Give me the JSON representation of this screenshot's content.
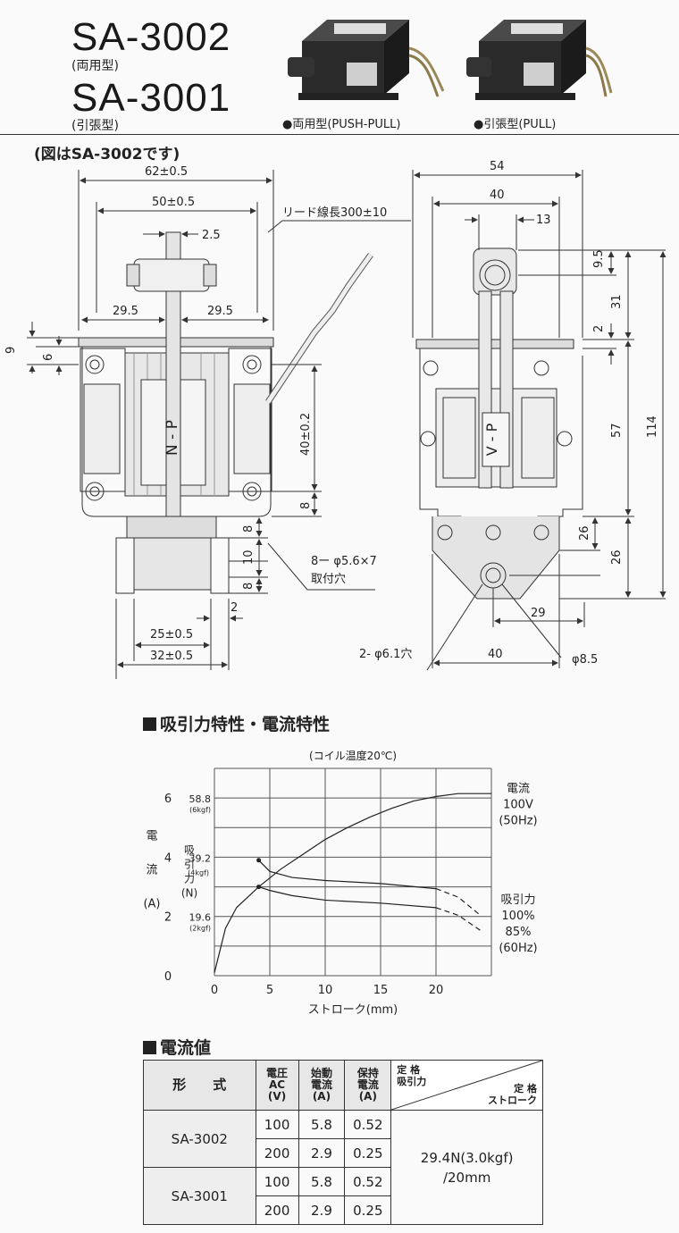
{
  "header": {
    "model_pushpull": "SA-3002",
    "type_pushpull": "(両用型)",
    "model_pull": "SA-3001",
    "type_pull": "(引張型)",
    "photo_caption_pushpull": "●両用型(PUSH-PULL)",
    "photo_caption_pull": "●引張型(PULL)"
  },
  "drawing": {
    "note": "(図はSA-3002です)",
    "front": {
      "dim_overall_width": "62±0.5",
      "dim_inner_width": "50±0.5",
      "dim_plunger_width": "2.5",
      "dim_half_left": "29.5",
      "dim_half_right": "29.5",
      "dim_9": "9",
      "dim_6": "6",
      "dim_40": "40±0.2",
      "dim_8_side": "8",
      "dim_8_a": "8",
      "dim_10": "10",
      "dim_8_b": "8",
      "dim_2": "2",
      "dim_25": "25±0.5",
      "dim_32": "32±0.5",
      "lead_note": "リード線長300±10",
      "mount_hole_1": "8ー φ5.6×7",
      "mount_hole_2": "取付穴",
      "coil_mark": "N - P"
    },
    "side": {
      "dim_54": "54",
      "dim_40_top": "40",
      "dim_13": "13",
      "dim_9_5": "9.5",
      "dim_31": "31",
      "dim_2": "2",
      "dim_57": "57",
      "dim_114": "114",
      "dim_26_a": "26",
      "dim_26_b": "26",
      "dim_29": "29",
      "dim_40_bottom": "40",
      "hole_note": "2- φ6.1穴",
      "phi_8_5": "φ8.5",
      "coil_mark": "V - P"
    }
  },
  "chart_section": {
    "title": "吸引力特性・電流特性"
  },
  "chart_data": {
    "type": "line",
    "title": "(コイル温度20℃)",
    "xlabel": "ストローク(mm)",
    "x_ticks": [
      "0",
      "5",
      "10",
      "15",
      "20"
    ],
    "xlim": [
      0,
      25
    ],
    "current_axis": {
      "label": [
        "電",
        "流",
        "(A)"
      ],
      "ticks": [
        "0",
        "2",
        "4",
        "6"
      ],
      "range": [
        0,
        7
      ]
    },
    "force_axis": {
      "label": [
        "吸",
        "引",
        "力",
        "(N)"
      ],
      "unit_sub": "(4kgf)",
      "ticks": [
        {
          "n": "58.8",
          "kgf": "(6kgf)",
          "value": 58.8
        },
        {
          "n": "39.2",
          "kgf": "",
          "value": 39.2
        },
        {
          "n": "19.6",
          "kgf": "(2kgf)",
          "value": 19.6
        }
      ],
      "range": [
        0,
        68.6
      ]
    },
    "series": [
      {
        "name": "電流",
        "label_lines": [
          "電流",
          "100V",
          "(50Hz)"
        ],
        "axis": "current",
        "x": [
          0,
          1,
          2,
          4,
          6,
          8,
          10,
          12,
          14,
          16,
          18,
          20,
          22,
          25
        ],
        "y": [
          0.1,
          1.6,
          2.3,
          3.0,
          3.6,
          4.1,
          4.6,
          5.0,
          5.35,
          5.65,
          5.9,
          6.05,
          6.15,
          6.15
        ],
        "dashed_from": null
      },
      {
        "name": "吸引力 100%",
        "axis": "force",
        "x": [
          4,
          5,
          7,
          10,
          15,
          20,
          22,
          24
        ],
        "y": [
          38.2,
          34.5,
          32.5,
          31.5,
          30.5,
          28.8,
          26.0,
          20.0
        ],
        "dashed_from": 20
      },
      {
        "name": "吸引力 85%",
        "axis": "force",
        "x": [
          4,
          5,
          7,
          10,
          15,
          20,
          22,
          24
        ],
        "y": [
          29.4,
          28.2,
          26.5,
          25.0,
          24.0,
          22.5,
          20.0,
          15.0
        ],
        "dashed_from": 20
      }
    ],
    "force_label_lines": [
      "吸引力",
      "100%",
      "85%",
      "(60Hz)"
    ],
    "grid": true
  },
  "current_table": {
    "section_title": "電流値",
    "headers": {
      "model_a": "形",
      "model_b": "式",
      "voltage": [
        "電圧",
        "AC",
        "(V)"
      ],
      "start": [
        "始動",
        "電流",
        "(A)"
      ],
      "hold": [
        "保持",
        "電流",
        "(A)"
      ],
      "rated_force": [
        "定 格",
        "吸引力"
      ],
      "rated_stroke": [
        "定 格",
        "ストローク"
      ]
    },
    "rows": [
      {
        "model": "SA-3002",
        "voltage": "100",
        "start": "5.8",
        "hold": "0.52"
      },
      {
        "model": "",
        "voltage": "200",
        "start": "2.9",
        "hold": "0.25"
      },
      {
        "model": "SA-3001",
        "voltage": "100",
        "start": "5.8",
        "hold": "0.52"
      },
      {
        "model": "",
        "voltage": "200",
        "start": "2.9",
        "hold": "0.25"
      }
    ],
    "rating_value": [
      "29.4N(3.0kgf)",
      "/20mm"
    ]
  }
}
